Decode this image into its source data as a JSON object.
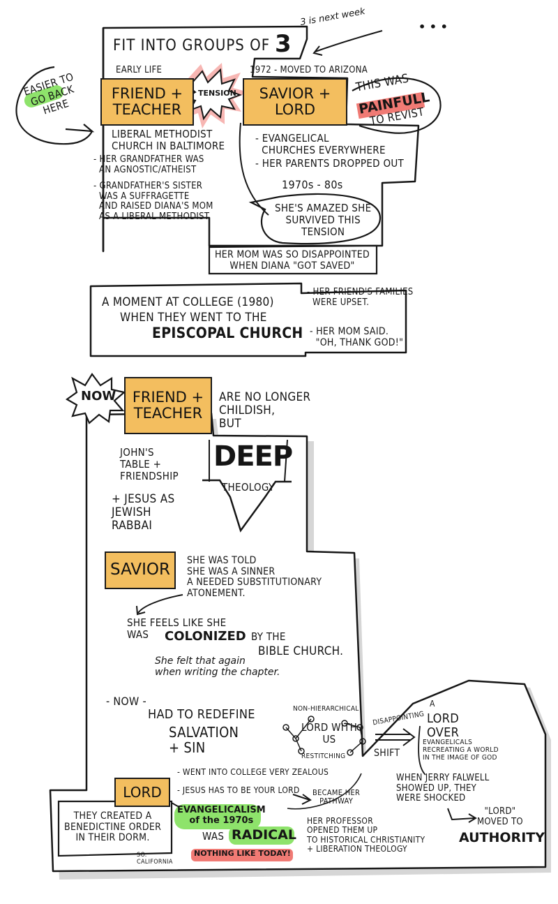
{
  "top": {
    "title": "FIT INTO GROUPS OF",
    "title_number": "3",
    "next_week_note": "3 is next week",
    "dots": "• • •",
    "easier_note": "EASIER TO\nGO BACK\nHERE",
    "early_life_label": "EARLY LIFE",
    "friend_teacher": "FRIEND +\nTEACHER",
    "tension": "TENSION",
    "moved_label": "1972 - MOVED TO ARIZONA",
    "savior_lord": "SAVIOR +\nLORD",
    "painful_pre": "THIS WAS",
    "painful_word": "PAINFULL",
    "painful_post": "TO REVIST",
    "liberal_methodist": "LIBERAL METHODIST\nCHURCH IN BALTIMORE",
    "grandfather": "- HER GRANDFATHER WAS\n  AN AGNOSTIC/ATHEIST",
    "grandfather_sister": "- GRANDFATHER'S SISTER\n  WAS A SUFFRAGETTE\n  AND RAISED DIANA'S MOM\n  AS A LIBERAL METHODIST",
    "evangelical": "- EVANGELICAL\n  CHURCHES EVERYWHERE",
    "parents_dropped": "- HER PARENTS DROPPED OUT",
    "decades": "1970s - 80s",
    "amazed": "SHE'S AMAZED SHE\nSURVIVED THIS\nTENSION",
    "mom_disappointed": "HER MOM WAS SO DISAPPOINTED\nWHEN DIANA \"GOT SAVED\""
  },
  "college": {
    "line1": "A MOMENT AT COLLEGE (1980)",
    "line2": "WHEN THEY WENT TO THE",
    "line3": "EPISCOPAL CHURCH",
    "families": "- HER FRIEND'S FAMILIES\n  WERE UPSET.",
    "mom_said": "- HER MOM SAID.\n  \"OH, THANK GOD!\""
  },
  "now": {
    "now_burst": "NOW",
    "friend_teacher": "FRIEND +\nTEACHER",
    "no_longer": "ARE NO LONGER\nCHILDISH,\nBUT",
    "deep": "DEEP",
    "theology": "THEOLOGY",
    "johns_table": "JOHN'S\nTABLE +\nFRIENDSHIP",
    "jesus_rabbi": "+ JESUS AS\nJEWISH\nRABBAI",
    "savior": "SAVIOR",
    "told_sinner": "SHE WAS TOLD\nSHE WAS A SINNER\nA NEEDED SUBSTITUTIONARY\nATONEMENT.",
    "colonized_pre": "SHE FEELS LIKE SHE\nWAS",
    "colonized_word": "COLONIZED",
    "colonized_post": "BY THE",
    "bible_church": "BIBLE CHURCH.",
    "felt_again": "She felt that again\nwhen writing the chapter.",
    "now_dash": "- NOW -",
    "redefine": "HAD TO REDEFINE",
    "salvation": "SALVATION\n+ SIN",
    "non_hier": "NON-HIERARCHICAL",
    "lord_with_us": "LORD WITH\nUS",
    "restitching": "RESTITCHING",
    "disappointing": "DISAPPOINTING",
    "shift": "SHIFT",
    "a": "A",
    "lord_over": "LORD\nOVER",
    "evangelicals_rec": "EVANGELICALS\nRECREATING A WORLD\nIN THE IMAGE OF GOD",
    "falwell": "WHEN JERRY FALWELL\nSHOWED UP, THEY\nWERE SHOCKED",
    "lord_moved": "\"LORD\"\nMOVED TO",
    "authority": "AUTHORITY",
    "lord": "LORD",
    "went_college": "- WENT INTO COLLEGE VERY ZEALOUS",
    "jesus_lord": "- JESUS HAS TO BE YOUR LORD",
    "pathway": "BECAME HER\nPATHWAY",
    "benedictine": "THEY CREATED A\nBENEDICTINE ORDER\nIN THEIR DORM.",
    "so_cal": "SO.\nCALIFORNIA",
    "evangelicalism": "EVANGELICALISM\nof the 1970s",
    "was_radical_pre": "WAS",
    "radical": "RADICAL",
    "nothing_like": "NOTHING LIKE TODAY!",
    "professor": "HER PROFESSOR\nOPENED THEM UP\nTO HISTORICAL CHRISTIANITY\n+ LIBERATION THEOLOGY"
  },
  "colors": {
    "orange": "#f3be5f",
    "green": "#8ee36b",
    "red": "#f07a74",
    "shadow": "#d8d8d8"
  }
}
